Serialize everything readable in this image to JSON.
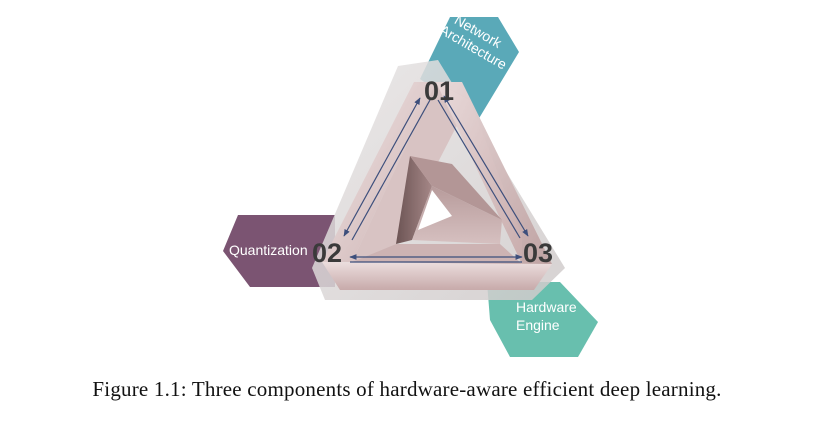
{
  "diagram": {
    "labels": {
      "network_architecture": [
        "Network",
        "Architecture"
      ],
      "quantization": "Quantization",
      "hardware_engine": [
        "Hardware",
        "Engine"
      ]
    },
    "numbers": {
      "n1": "01",
      "n2": "02",
      "n3": "03"
    },
    "colors": {
      "network_architecture": "#5aa9b8",
      "quantization": "#7b5472",
      "hardware_engine": "#68bfae",
      "triangle_light": "#eadada",
      "triangle_mid": "#cfb6b6",
      "triangle_dark": "#9a7e7e",
      "arrow": "#3d4f7c"
    }
  },
  "caption": "Figure 1.1: Three components of hardware-aware efficient deep learning."
}
